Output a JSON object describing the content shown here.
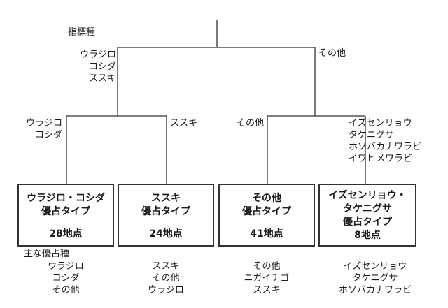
{
  "root_label": "指標種",
  "branches": {
    "level1_left": [
      "ウラジロ",
      "コシダ",
      "ススキ"
    ],
    "level1_right": [
      "その他"
    ],
    "level2_ll": [
      "ウラジロ",
      "コシダ"
    ],
    "level2_lr": [
      "ススキ"
    ],
    "level2_rl": [
      "その他"
    ],
    "level2_rr": [
      "イズセンリョウ",
      "タケニグサ",
      "ホソバカナワラビ",
      "イワヒメワラビ"
    ]
  },
  "types": [
    {
      "name_lines": [
        "ウラジロ・コシダ",
        "優占タイプ"
      ],
      "count": "28地点",
      "dominant": [
        "ウラジロ",
        "コシダ",
        "その他"
      ]
    },
    {
      "name_lines": [
        "ススキ",
        "優占タイプ"
      ],
      "count": "24地点",
      "dominant": [
        "ススキ",
        "その他",
        "ウラジロ"
      ]
    },
    {
      "name_lines": [
        "その他",
        "優占タイプ"
      ],
      "count": "41地点",
      "dominant": [
        "その他",
        "ニガイチゴ",
        "ススキ"
      ]
    },
    {
      "name_lines": [
        "イズセンリョウ・",
        "タケニグサ",
        "優占タイプ"
      ],
      "count": "8地点",
      "dominant": [
        "イズセンリョウ",
        "タケニグサ",
        "ホソバカナワラビ"
      ]
    }
  ],
  "dominant_label": "主な優占種"
}
